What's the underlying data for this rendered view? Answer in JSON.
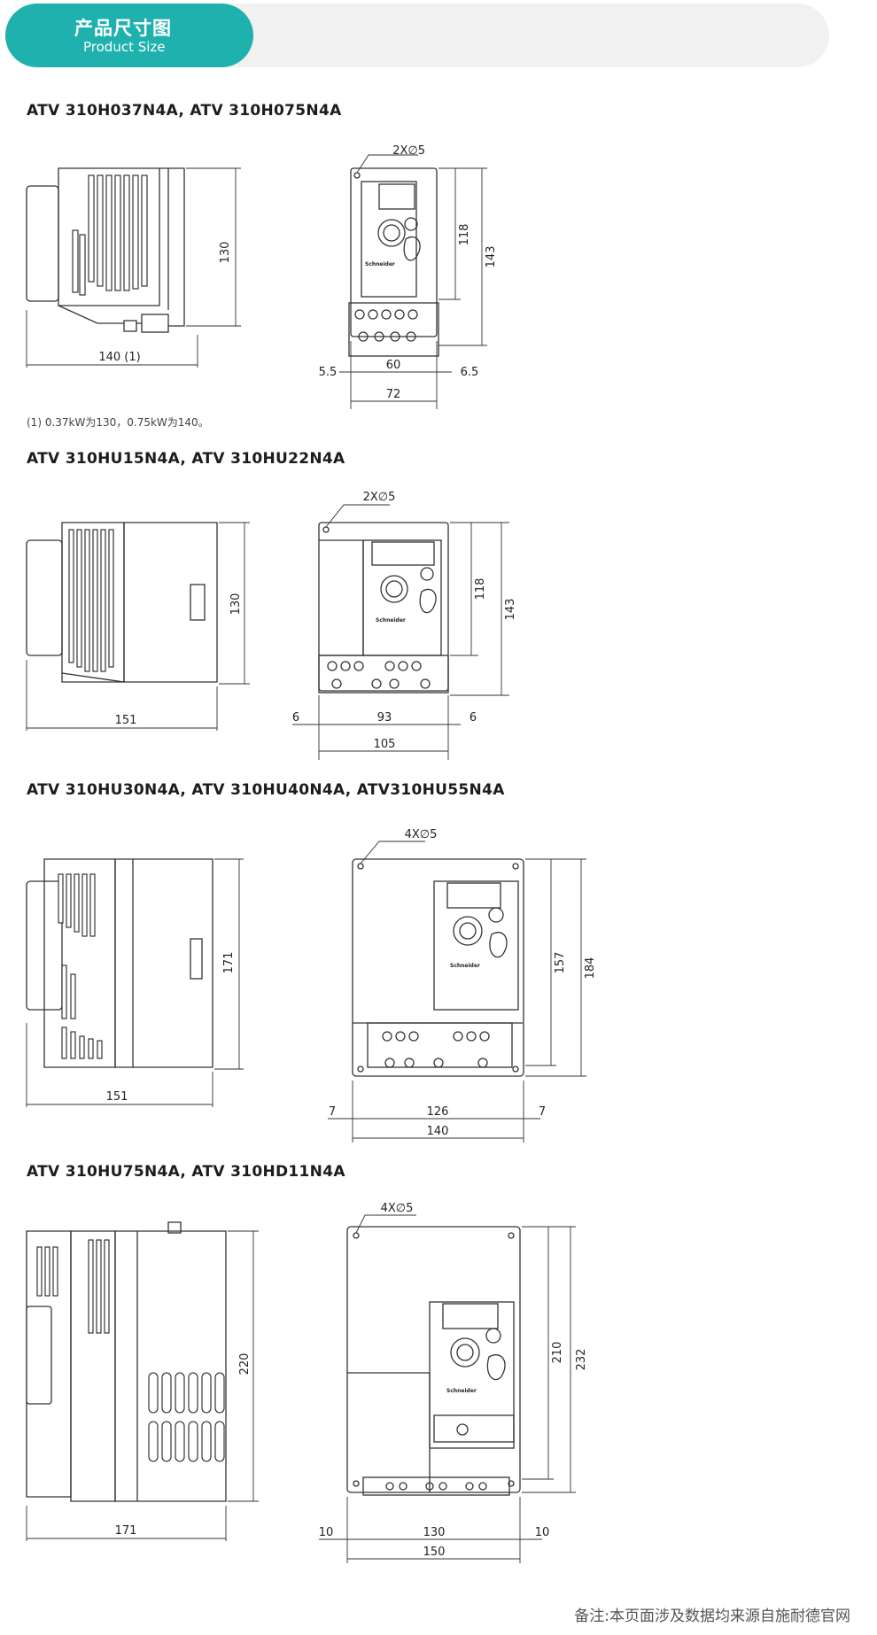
{
  "header": {
    "title_cn": "产品尺寸图",
    "title_en": "Product Size"
  },
  "sections": [
    {
      "heading": "ATV 310H037N4A, ATV 310H075N4A",
      "side_dims": {
        "height": "130",
        "depth": "140 (1)"
      },
      "front_dims": {
        "holes": "2X∅5",
        "inner_height": "118",
        "total_height": "143",
        "left_margin": "5.5",
        "hole_spacing": "60",
        "right_margin": "6.5",
        "width": "72"
      },
      "note": "(1) 0.37kW为130，0.75kW为140。"
    },
    {
      "heading": "ATV 310HU15N4A, ATV 310HU22N4A",
      "side_dims": {
        "height": "130",
        "depth": "151"
      },
      "front_dims": {
        "holes": "2X∅5",
        "inner_height": "118",
        "total_height": "143",
        "left_margin": "6",
        "hole_spacing": "93",
        "right_margin": "6",
        "width": "105"
      }
    },
    {
      "heading": "ATV 310HU30N4A, ATV 310HU40N4A, ATV310HU55N4A",
      "side_dims": {
        "height": "171",
        "depth": "151"
      },
      "front_dims": {
        "holes": "4X∅5",
        "inner_height": "157",
        "total_height": "184",
        "left_margin": "7",
        "hole_spacing": "126",
        "right_margin": "7",
        "width": "140"
      }
    },
    {
      "heading": "ATV 310HU75N4A, ATV 310HD11N4A",
      "side_dims": {
        "height": "220",
        "depth": "171"
      },
      "front_dims": {
        "holes": "4X∅5",
        "inner_height": "210",
        "total_height": "232",
        "left_margin": "10",
        "hole_spacing": "130",
        "right_margin": "10",
        "width": "150"
      }
    }
  ],
  "brand_label": "Schneider",
  "footer": "备注:本页面涉及数据均来源自施耐德官网",
  "colors": {
    "accent": "#1fb1ad",
    "banner_bg": "#f1f1f1",
    "line": "#333333"
  }
}
